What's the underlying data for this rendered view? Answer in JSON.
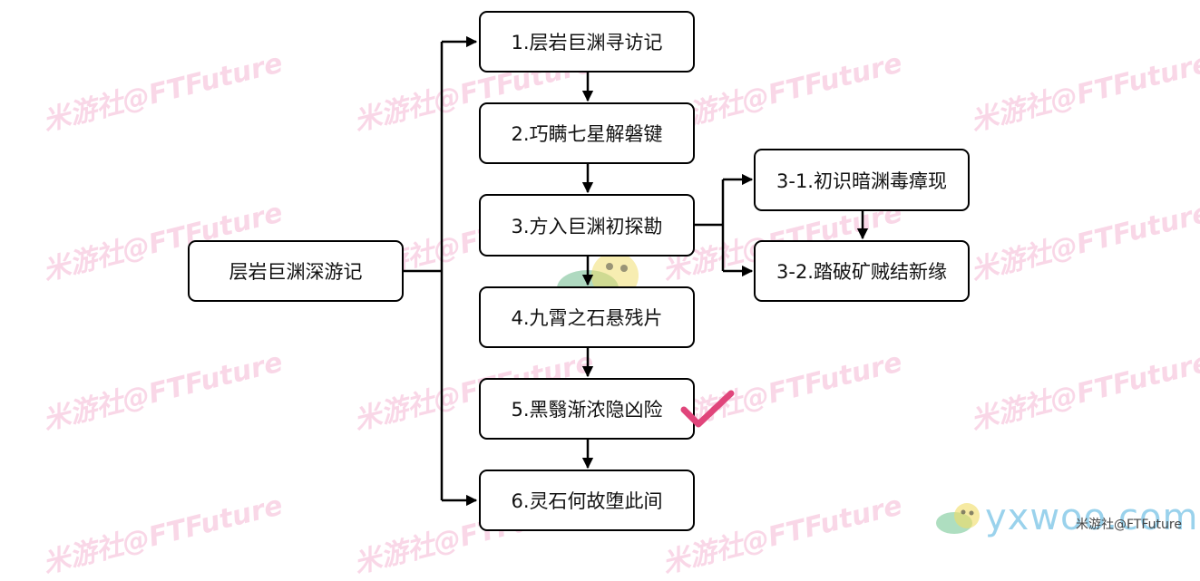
{
  "watermark_text": "米游社@FTFuture",
  "root": {
    "label": "层岩巨渊深游记"
  },
  "steps": [
    {
      "label": "1.层岩巨渊寻访记"
    },
    {
      "label": "2.巧瞒七星解磐键"
    },
    {
      "label": "3.方入巨渊初探勘"
    },
    {
      "label": "4.九霄之石悬残片"
    },
    {
      "label": "5.黑翳渐浓隐凶险",
      "completed": true
    },
    {
      "label": "6.灵石何故堕此间"
    }
  ],
  "substeps": [
    {
      "label": "3-1.初识暗渊毒瘴现"
    },
    {
      "label": "3-2.踏破矿贼结新缘"
    }
  ],
  "footer": {
    "brand": "yxwoo.com",
    "credit": "米游社@FTFuture"
  },
  "colors": {
    "checkmark": "#e0457b",
    "watermark": "#e96eaa",
    "brand": "#78c3e6"
  }
}
